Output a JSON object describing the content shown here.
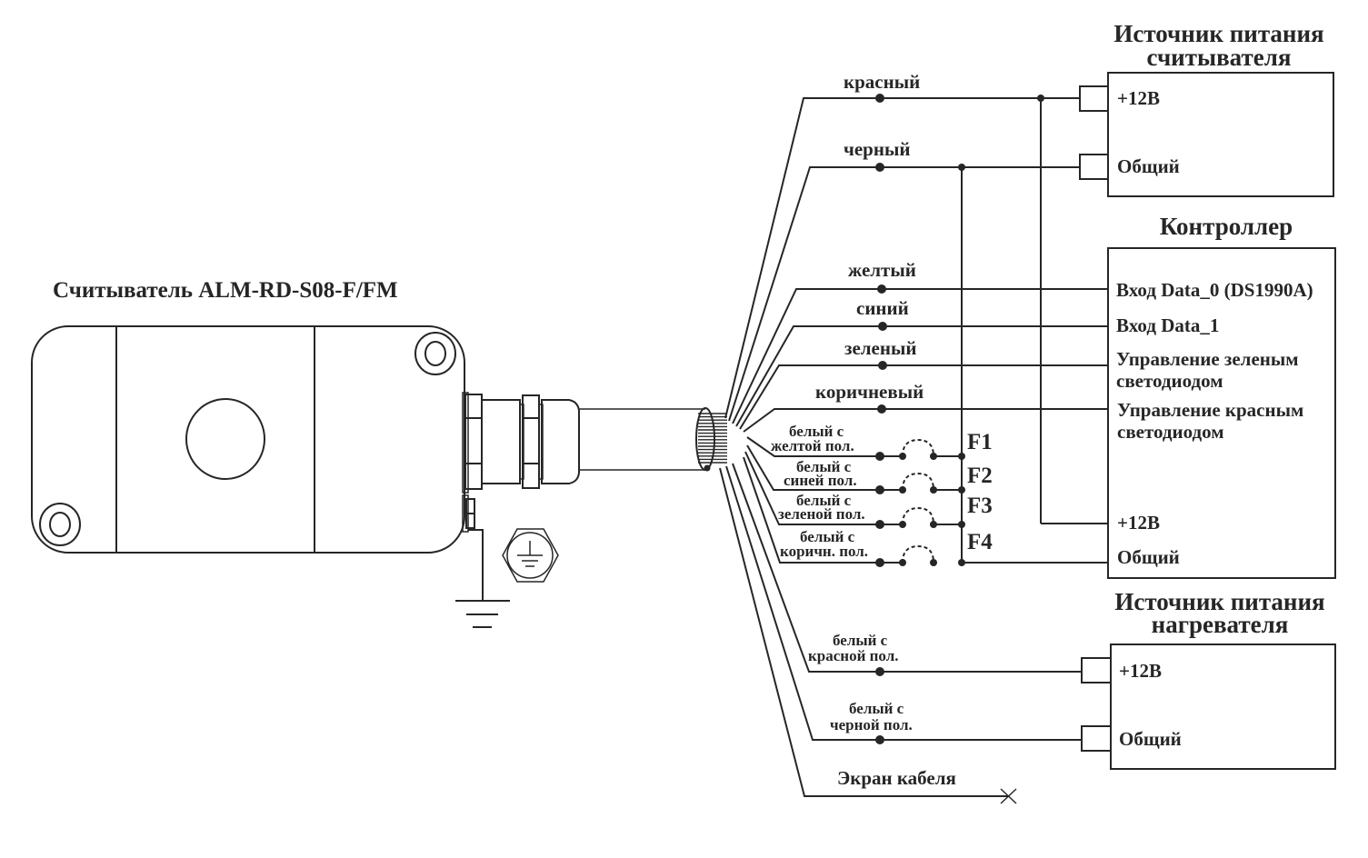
{
  "reader": {
    "title": "Считыватель ALM-RD-S08-F/FM"
  },
  "reader_power": {
    "title_line1": "Источник питания",
    "title_line2": "считывателя",
    "terminals": [
      "+12В",
      "Общий"
    ]
  },
  "controller": {
    "title": "Контроллер",
    "terminals": [
      "Вход Data_0 (DS1990A)",
      "Вход Data_1",
      "Управление зеленым",
      "светодиодом",
      "Управление красным",
      "светодиодом",
      "+12В",
      "Общий"
    ]
  },
  "heater_power": {
    "title_line1": "Источник питания",
    "title_line2": "нагревателя",
    "terminals": [
      "+12В",
      "Общий"
    ]
  },
  "wires": {
    "red": "красный",
    "black": "черный",
    "yellow": "желтый",
    "blue": "синий",
    "green": "зеленый",
    "brown": "коричневый",
    "white_yellow": [
      "белый с",
      "желтой пол."
    ],
    "white_blue": [
      "белый с",
      "синей пол."
    ],
    "white_green": [
      "белый с",
      "зеленой пол."
    ],
    "white_brown": [
      "белый с",
      "коричн. пол."
    ],
    "white_red": [
      "белый с",
      "красной пол."
    ],
    "white_black": [
      "белый с",
      "черной пол."
    ],
    "shield": "Экран кабеля"
  },
  "fuses": [
    "F1",
    "F2",
    "F3",
    "F4"
  ],
  "icons": {
    "ground": "ground-icon",
    "ground_bolt": "ground-bolt-icon",
    "shield_end": "x-mark-icon"
  }
}
